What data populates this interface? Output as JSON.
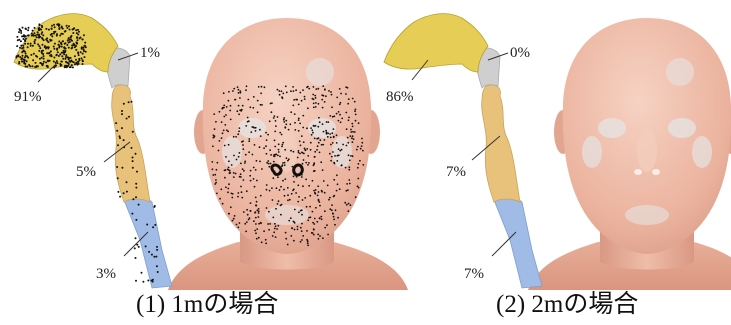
{
  "panels": [
    {
      "caption": "(1) 1mの場合",
      "labels": {
        "nasal": "91%",
        "pharynx": "1%",
        "larynx": "5%",
        "trachea": "3%"
      },
      "face_particles": 650,
      "airway_particles": 420
    },
    {
      "caption": "(2) 2mの場合",
      "labels": {
        "nasal": "86%",
        "pharynx": "0%",
        "larynx": "7%",
        "trachea": "7%"
      },
      "face_particles": 0,
      "airway_particles": 0
    }
  ],
  "colors": {
    "nasal": "#e6cd55",
    "pharynx": "#cfcfcf",
    "larynx": "#e8c27a",
    "trachea": "#9fbbe6",
    "skin": "#eebaa6",
    "particle": "#111111"
  }
}
